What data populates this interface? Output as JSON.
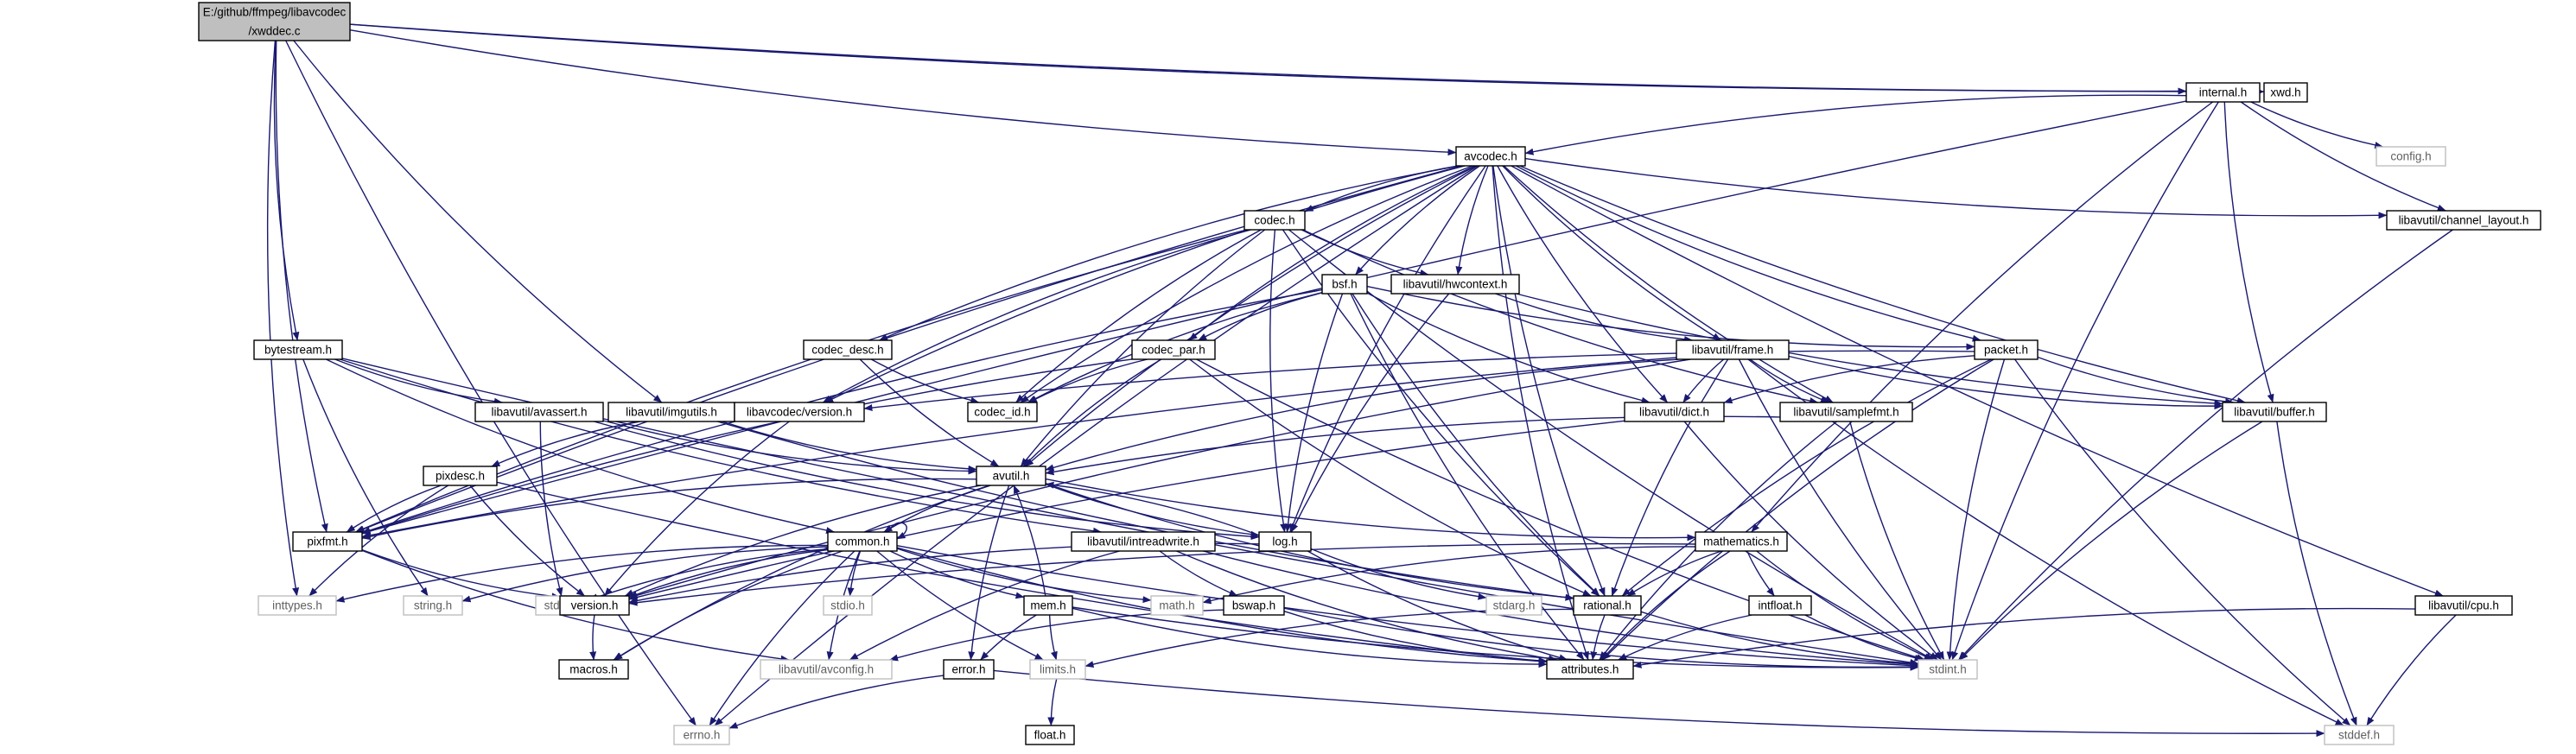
{
  "diagram": {
    "kind": "include-dependency-graph",
    "colors": {
      "edge": "#191970",
      "node_border": "#000000",
      "root_fill": "#bfbfbf",
      "system_header_border": "#bfbfbf",
      "system_header_text": "#606060"
    },
    "nodes": [
      {
        "id": "root",
        "lines": [
          "E:/github/ffmpeg/libavcodec",
          "/xwddec.c"
        ],
        "kind": "root"
      },
      {
        "id": "internal_h",
        "lines": [
          "internal.h"
        ],
        "kind": "file"
      },
      {
        "id": "xwd_h",
        "lines": [
          "xwd.h"
        ],
        "kind": "file"
      },
      {
        "id": "avcodec_h",
        "lines": [
          "avcodec.h"
        ],
        "kind": "file"
      },
      {
        "id": "config_h",
        "lines": [
          "config.h"
        ],
        "kind": "system"
      },
      {
        "id": "channel_layout_h",
        "lines": [
          "libavutil/channel_layout.h"
        ],
        "kind": "file"
      },
      {
        "id": "codec_h",
        "lines": [
          "codec.h"
        ],
        "kind": "file"
      },
      {
        "id": "bsf_h",
        "lines": [
          "bsf.h"
        ],
        "kind": "file"
      },
      {
        "id": "hwcontext_h",
        "lines": [
          "libavutil/hwcontext.h"
        ],
        "kind": "file"
      },
      {
        "id": "bytestream_h",
        "lines": [
          "bytestream.h"
        ],
        "kind": "file"
      },
      {
        "id": "codec_desc_h",
        "lines": [
          "codec_desc.h"
        ],
        "kind": "file"
      },
      {
        "id": "codec_par_h",
        "lines": [
          "codec_par.h"
        ],
        "kind": "file"
      },
      {
        "id": "frame_h",
        "lines": [
          "libavutil/frame.h"
        ],
        "kind": "file"
      },
      {
        "id": "packet_h",
        "lines": [
          "packet.h"
        ],
        "kind": "file"
      },
      {
        "id": "avassert_h",
        "lines": [
          "libavutil/avassert.h"
        ],
        "kind": "file"
      },
      {
        "id": "imgutils_h",
        "lines": [
          "libavutil/imgutils.h"
        ],
        "kind": "file"
      },
      {
        "id": "lavc_version_h",
        "lines": [
          "libavcodec/version.h"
        ],
        "kind": "file"
      },
      {
        "id": "codec_id_h",
        "lines": [
          "codec_id.h"
        ],
        "kind": "file"
      },
      {
        "id": "dict_h",
        "lines": [
          "libavutil/dict.h"
        ],
        "kind": "file"
      },
      {
        "id": "samplefmt_h",
        "lines": [
          "libavutil/samplefmt.h"
        ],
        "kind": "file"
      },
      {
        "id": "buffer_h",
        "lines": [
          "libavutil/buffer.h"
        ],
        "kind": "file"
      },
      {
        "id": "pixdesc_h",
        "lines": [
          "pixdesc.h"
        ],
        "kind": "file"
      },
      {
        "id": "avutil_h",
        "lines": [
          "avutil.h"
        ],
        "kind": "file"
      },
      {
        "id": "pixfmt_h",
        "lines": [
          "pixfmt.h"
        ],
        "kind": "file"
      },
      {
        "id": "common_h",
        "lines": [
          "common.h"
        ],
        "kind": "file"
      },
      {
        "id": "intreadwrite_h",
        "lines": [
          "libavutil/intreadwrite.h"
        ],
        "kind": "file"
      },
      {
        "id": "log_h",
        "lines": [
          "log.h"
        ],
        "kind": "file"
      },
      {
        "id": "mathematics_h",
        "lines": [
          "mathematics.h"
        ],
        "kind": "file"
      },
      {
        "id": "inttypes_h",
        "lines": [
          "inttypes.h"
        ],
        "kind": "system"
      },
      {
        "id": "string_h",
        "lines": [
          "string.h"
        ],
        "kind": "system"
      },
      {
        "id": "stdlib_h",
        "lines": [
          "stdlib.h"
        ],
        "kind": "system"
      },
      {
        "id": "version_h",
        "lines": [
          "version.h"
        ],
        "kind": "file"
      },
      {
        "id": "stdio_h",
        "lines": [
          "stdio.h"
        ],
        "kind": "system"
      },
      {
        "id": "math_h",
        "lines": [
          "math.h"
        ],
        "kind": "system"
      },
      {
        "id": "mem_h",
        "lines": [
          "mem.h"
        ],
        "kind": "file"
      },
      {
        "id": "bswap_h",
        "lines": [
          "bswap.h"
        ],
        "kind": "file"
      },
      {
        "id": "stdarg_h",
        "lines": [
          "stdarg.h"
        ],
        "kind": "system"
      },
      {
        "id": "rational_h",
        "lines": [
          "rational.h"
        ],
        "kind": "file"
      },
      {
        "id": "intfloat_h",
        "lines": [
          "intfloat.h"
        ],
        "kind": "file"
      },
      {
        "id": "cpu_h",
        "lines": [
          "libavutil/cpu.h"
        ],
        "kind": "file"
      },
      {
        "id": "macros_h",
        "lines": [
          "macros.h"
        ],
        "kind": "file"
      },
      {
        "id": "avconfig_h",
        "lines": [
          "libavutil/avconfig.h"
        ],
        "kind": "system"
      },
      {
        "id": "error_h",
        "lines": [
          "error.h"
        ],
        "kind": "file"
      },
      {
        "id": "limits_h",
        "lines": [
          "limits.h"
        ],
        "kind": "system"
      },
      {
        "id": "attributes_h",
        "lines": [
          "attributes.h"
        ],
        "kind": "file"
      },
      {
        "id": "stdint_h",
        "lines": [
          "stdint.h"
        ],
        "kind": "system"
      },
      {
        "id": "errno_h",
        "lines": [
          "errno.h"
        ],
        "kind": "system"
      },
      {
        "id": "stddef_h",
        "lines": [
          "stddef.h"
        ],
        "kind": "system"
      },
      {
        "id": "float_h",
        "lines": [
          "float.h"
        ],
        "kind": "file"
      }
    ],
    "edges": [
      [
        "root",
        "internal_h"
      ],
      [
        "root",
        "xwd_h"
      ],
      [
        "root",
        "avcodec_h"
      ],
      [
        "root",
        "bytestream_h"
      ],
      [
        "root",
        "imgutils_h"
      ],
      [
        "root",
        "inttypes_h"
      ],
      [
        "root",
        "errno_h"
      ],
      [
        "root",
        "pixfmt_h"
      ],
      [
        "internal_h",
        "avcodec_h"
      ],
      [
        "internal_h",
        "config_h"
      ],
      [
        "internal_h",
        "channel_layout_h"
      ],
      [
        "internal_h",
        "buffer_h"
      ],
      [
        "internal_h",
        "mathematics_h"
      ],
      [
        "internal_h",
        "stdint_h"
      ],
      [
        "internal_h",
        "pixfmt_h"
      ],
      [
        "avcodec_h",
        "codec_h"
      ],
      [
        "avcodec_h",
        "bsf_h"
      ],
      [
        "avcodec_h",
        "hwcontext_h"
      ],
      [
        "avcodec_h",
        "codec_desc_h"
      ],
      [
        "avcodec_h",
        "codec_par_h"
      ],
      [
        "avcodec_h",
        "frame_h"
      ],
      [
        "avcodec_h",
        "packet_h"
      ],
      [
        "avcodec_h",
        "lavc_version_h"
      ],
      [
        "avcodec_h",
        "codec_id_h"
      ],
      [
        "avcodec_h",
        "dict_h"
      ],
      [
        "avcodec_h",
        "samplefmt_h"
      ],
      [
        "avcodec_h",
        "buffer_h"
      ],
      [
        "avcodec_h",
        "channel_layout_h"
      ],
      [
        "avcodec_h",
        "cpu_h"
      ],
      [
        "avcodec_h",
        "avutil_h"
      ],
      [
        "avcodec_h",
        "log_h"
      ],
      [
        "avcodec_h",
        "rational_h"
      ],
      [
        "avcodec_h",
        "pixfmt_h"
      ],
      [
        "avcodec_h",
        "attributes_h"
      ],
      [
        "avcodec_h",
        "errno_h"
      ],
      [
        "codec_h",
        "hwcontext_h"
      ],
      [
        "codec_h",
        "codec_id_h"
      ],
      [
        "codec_h",
        "lavc_version_h"
      ],
      [
        "codec_h",
        "samplefmt_h"
      ],
      [
        "codec_h",
        "avutil_h"
      ],
      [
        "codec_h",
        "log_h"
      ],
      [
        "codec_h",
        "rational_h"
      ],
      [
        "codec_h",
        "pixfmt_h"
      ],
      [
        "codec_h",
        "stdint_h"
      ],
      [
        "bsf_h",
        "codec_par_h"
      ],
      [
        "bsf_h",
        "packet_h"
      ],
      [
        "bsf_h",
        "codec_id_h"
      ],
      [
        "bsf_h",
        "dict_h"
      ],
      [
        "bsf_h",
        "log_h"
      ],
      [
        "bsf_h",
        "rational_h"
      ],
      [
        "bsf_h",
        "attributes_h"
      ],
      [
        "bsf_h",
        "pixfmt_h"
      ],
      [
        "hwcontext_h",
        "frame_h"
      ],
      [
        "hwcontext_h",
        "buffer_h"
      ],
      [
        "hwcontext_h",
        "log_h"
      ],
      [
        "bytestream_h",
        "avassert_h"
      ],
      [
        "bytestream_h",
        "common_h"
      ],
      [
        "bytestream_h",
        "intreadwrite_h"
      ],
      [
        "bytestream_h",
        "stdint_h"
      ],
      [
        "bytestream_h",
        "string_h"
      ],
      [
        "codec_desc_h",
        "codec_id_h"
      ],
      [
        "codec_desc_h",
        "avutil_h"
      ],
      [
        "codec_par_h",
        "codec_id_h"
      ],
      [
        "codec_par_h",
        "avutil_h"
      ],
      [
        "codec_par_h",
        "rational_h"
      ],
      [
        "codec_par_h",
        "pixfmt_h"
      ],
      [
        "codec_par_h",
        "stdint_h"
      ],
      [
        "frame_h",
        "dict_h"
      ],
      [
        "frame_h",
        "samplefmt_h"
      ],
      [
        "frame_h",
        "buffer_h"
      ],
      [
        "frame_h",
        "avutil_h"
      ],
      [
        "frame_h",
        "rational_h"
      ],
      [
        "frame_h",
        "pixfmt_h"
      ],
      [
        "frame_h",
        "version_h"
      ],
      [
        "frame_h",
        "stddef_h"
      ],
      [
        "frame_h",
        "stdint_h"
      ],
      [
        "packet_h",
        "buffer_h"
      ],
      [
        "packet_h",
        "dict_h"
      ],
      [
        "packet_h",
        "attributes_h"
      ],
      [
        "packet_h",
        "rational_h"
      ],
      [
        "packet_h",
        "lavc_version_h"
      ],
      [
        "packet_h",
        "stdint_h"
      ],
      [
        "packet_h",
        "stddef_h"
      ],
      [
        "avassert_h",
        "avutil_h"
      ],
      [
        "avassert_h",
        "log_h"
      ],
      [
        "avassert_h",
        "stdlib_h"
      ],
      [
        "imgutils_h",
        "avutil_h"
      ],
      [
        "imgutils_h",
        "pixdesc_h"
      ],
      [
        "imgutils_h",
        "rational_h"
      ],
      [
        "lavc_version_h",
        "version_h"
      ],
      [
        "dict_h",
        "stdint_h"
      ],
      [
        "dict_h",
        "version_h"
      ],
      [
        "samplefmt_h",
        "avutil_h"
      ],
      [
        "samplefmt_h",
        "attributes_h"
      ],
      [
        "samplefmt_h",
        "stdint_h"
      ],
      [
        "buffer_h",
        "stdint_h"
      ],
      [
        "buffer_h",
        "stddef_h"
      ],
      [
        "pixdesc_h",
        "pixfmt_h"
      ],
      [
        "pixdesc_h",
        "version_h"
      ],
      [
        "pixdesc_h",
        "inttypes_h"
      ],
      [
        "pixdesc_h",
        "attributes_h"
      ],
      [
        "avutil_h",
        "common_h"
      ],
      [
        "avutil_h",
        "error_h"
      ],
      [
        "avutil_h",
        "version_h"
      ],
      [
        "avutil_h",
        "mathematics_h"
      ],
      [
        "avutil_h",
        "rational_h"
      ],
      [
        "avutil_h",
        "log_h"
      ],
      [
        "avutil_h",
        "pixfmt_h"
      ],
      [
        "avutil_h",
        "macros_h"
      ],
      [
        "pixfmt_h",
        "version_h"
      ],
      [
        "pixfmt_h",
        "avconfig_h"
      ],
      [
        "common_h",
        "common_h"
      ],
      [
        "common_h",
        "inttypes_h"
      ],
      [
        "common_h",
        "string_h"
      ],
      [
        "common_h",
        "stdlib_h"
      ],
      [
        "common_h",
        "version_h"
      ],
      [
        "common_h",
        "macros_h"
      ],
      [
        "common_h",
        "stdio_h"
      ],
      [
        "common_h",
        "math_h"
      ],
      [
        "common_h",
        "mem_h"
      ],
      [
        "common_h",
        "limits_h"
      ],
      [
        "common_h",
        "errno_h"
      ],
      [
        "common_h",
        "avconfig_h"
      ],
      [
        "common_h",
        "attributes_h"
      ],
      [
        "common_h",
        "stdint_h"
      ],
      [
        "intreadwrite_h",
        "avconfig_h"
      ],
      [
        "intreadwrite_h",
        "bswap_h"
      ],
      [
        "intreadwrite_h",
        "attributes_h"
      ],
      [
        "intreadwrite_h",
        "stdint_h"
      ],
      [
        "log_h",
        "version_h"
      ],
      [
        "log_h",
        "stdarg_h"
      ],
      [
        "log_h",
        "avutil_h"
      ],
      [
        "log_h",
        "attributes_h"
      ],
      [
        "mathematics_h",
        "rational_h"
      ],
      [
        "mathematics_h",
        "intfloat_h"
      ],
      [
        "mathematics_h",
        "math_h"
      ],
      [
        "mathematics_h",
        "stdint_h"
      ],
      [
        "mathematics_h",
        "attributes_h"
      ],
      [
        "mathematics_h",
        "version_h"
      ],
      [
        "mem_h",
        "avutil_h"
      ],
      [
        "mem_h",
        "error_h"
      ],
      [
        "mem_h",
        "limits_h"
      ],
      [
        "mem_h",
        "attributes_h"
      ],
      [
        "mem_h",
        "stdint_h"
      ],
      [
        "bswap_h",
        "avconfig_h"
      ],
      [
        "bswap_h",
        "attributes_h"
      ],
      [
        "bswap_h",
        "stdint_h"
      ],
      [
        "rational_h",
        "stdint_h"
      ],
      [
        "rational_h",
        "limits_h"
      ],
      [
        "rational_h",
        "attributes_h"
      ],
      [
        "intfloat_h",
        "attributes_h"
      ],
      [
        "intfloat_h",
        "stdint_h"
      ],
      [
        "cpu_h",
        "attributes_h"
      ],
      [
        "cpu_h",
        "stddef_h"
      ],
      [
        "version_h",
        "macros_h"
      ],
      [
        "error_h",
        "errno_h"
      ],
      [
        "error_h",
        "stddef_h"
      ],
      [
        "limits_h",
        "float_h"
      ],
      [
        "channel_layout_h",
        "stdint_h"
      ]
    ]
  }
}
